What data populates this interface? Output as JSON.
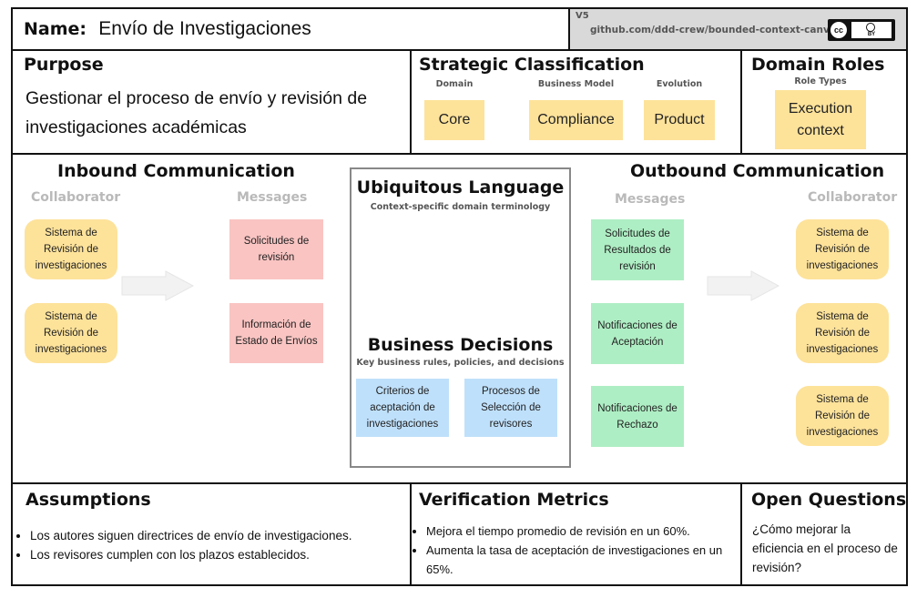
{
  "header": {
    "name_label": "Name:",
    "name_value": "Envío de Investigaciones",
    "version": "V5",
    "repo": "github.com/ddd-crew/bounded-context-canvas",
    "license_badge": "CC BY",
    "cc_text": "cc",
    "by_text": "BY"
  },
  "purpose": {
    "title": "Purpose",
    "text": "Gestionar el proceso de envío y revisión de investigaciones académicas"
  },
  "strategic": {
    "title": "Strategic Classification",
    "domain_label": "Domain",
    "domain_value": "Core",
    "business_label": "Business Model",
    "business_value": "Compliance",
    "evolution_label": "Evolution",
    "evolution_value": "Product"
  },
  "roles": {
    "title": "Domain Roles",
    "types_label": "Role Types",
    "value": "Execution context"
  },
  "inbound": {
    "title": "Inbound Communication",
    "collaborator_label": "Collaborator",
    "messages_label": "Messages",
    "collaborators": [
      "Sistema de Revisión de investigaciones",
      "Sistema de Revisión de investigaciones"
    ],
    "messages": [
      "Solicitudes de revisión",
      "Información de Estado de Envíos"
    ]
  },
  "ubiquitous": {
    "title": "Ubiquitous Language",
    "subtitle": "Context-specific domain terminology"
  },
  "business": {
    "title": "Business Decisions",
    "subtitle": "Key business rules, policies, and decisions",
    "items": [
      "Criterios de aceptación de investigaciones",
      "Procesos de Selección de revisores"
    ]
  },
  "outbound": {
    "title": "Outbound Communication",
    "messages_label": "Messages",
    "collaborator_label": "Collaborator",
    "messages": [
      "Solicitudes de Resultados de revisión",
      "Notificaciones de Aceptación",
      "Notificaciones de Rechazo"
    ],
    "collaborators": [
      "Sistema de Revisión de investigaciones",
      "Sistema de Revisión de investigaciones",
      "Sistema de Revisión de investigaciones"
    ]
  },
  "assumptions": {
    "title": "Assumptions",
    "items": [
      "Los autores siguen directrices de envío de investigaciones.",
      "Los revisores cumplen con los plazos establecidos."
    ]
  },
  "metrics": {
    "title": "Verification Metrics",
    "items": [
      "Mejora el tiempo promedio de revisión en un 60%.",
      "Aumenta la tasa de aceptación de investigaciones en un 65%."
    ]
  },
  "questions": {
    "title": "Open Questions",
    "text": "¿Cómo mejorar la eficiencia en el proceso de revisión?"
  },
  "colors": {
    "yellow": "#fde29a",
    "pink": "#f9c4c2",
    "green": "#aeeec4",
    "blue": "#bfe0fb",
    "header_gray": "#d9d9d9"
  }
}
